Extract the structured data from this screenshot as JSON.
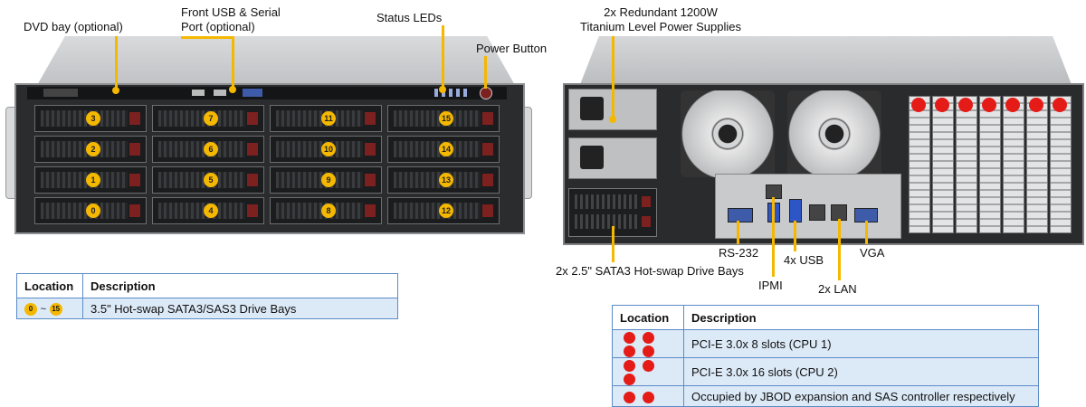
{
  "front": {
    "callouts": {
      "dvd_bay": "DVD bay (optional)",
      "front_usb_line1": "Front USB & Serial",
      "front_usb_line2": "Port (optional)",
      "status_leds": "Status LEDs",
      "power_button": "Power Button"
    },
    "bay_numbers": [
      [
        "3",
        "7",
        "11",
        "15"
      ],
      [
        "2",
        "6",
        "10",
        "14"
      ],
      [
        "1",
        "5",
        "9",
        "13"
      ],
      [
        "0",
        "4",
        "8",
        "12"
      ]
    ],
    "table": {
      "headers": [
        "Location",
        "Description"
      ],
      "rows": [
        {
          "badge_from": "0",
          "badge_sep": "~",
          "badge_to": "15",
          "description": "3.5\" Hot-swap SATA3/SAS3 Drive Bays"
        }
      ]
    }
  },
  "rear": {
    "callouts": {
      "psu_line1": "2x Redundant 1200W",
      "psu_line2": "Titanium Level Power Supplies",
      "rs232": "RS-232",
      "ipmi": "IPMI",
      "usb": "4x USB",
      "lan": "2x LAN",
      "vga": "VGA",
      "drive_bays": "2x 2.5\" SATA3 Hot-swap Drive Bays"
    },
    "table": {
      "headers": [
        "Location",
        "Description"
      ],
      "rows": [
        {
          "dots": 4,
          "description": "PCI-E 3.0x 8 slots  (CPU 1)"
        },
        {
          "dots": 3,
          "description": "PCI-E 3.0x 16 slots  (CPU 2)"
        },
        {
          "dots": 2,
          "description": "Occupied by JBOD expansion and SAS controller respectively"
        }
      ]
    }
  },
  "colors": {
    "callout_yellow": "#f5b800",
    "slot_red": "#e41b17",
    "table_border": "#5b8cc7",
    "table_row_bg": "#dce9f7"
  }
}
